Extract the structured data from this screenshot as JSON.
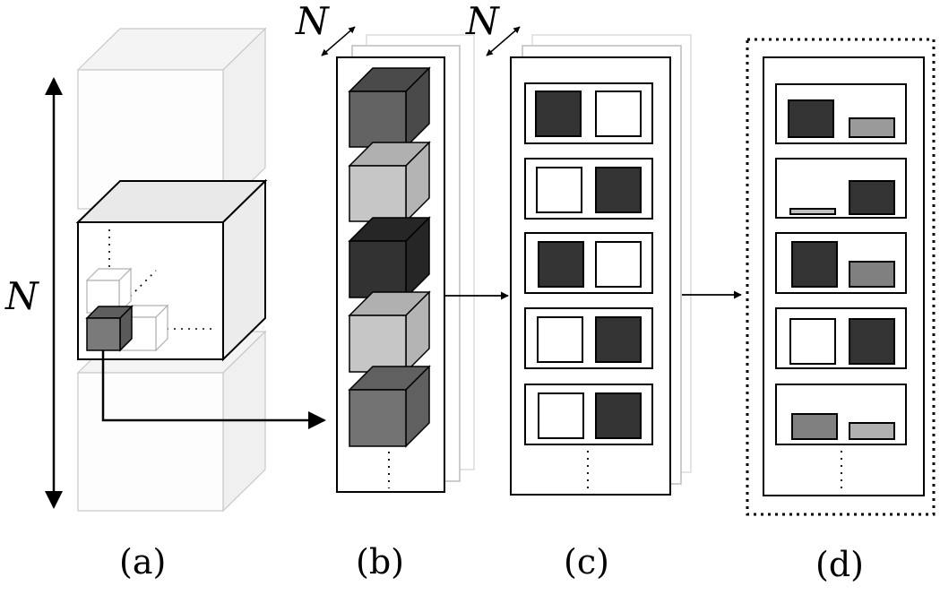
{
  "figure": {
    "symbols": {
      "n": "N"
    },
    "panels": [
      {
        "id": "a",
        "label": "(a)"
      },
      {
        "id": "b",
        "label": "(b)"
      },
      {
        "id": "c",
        "label": "(c)"
      },
      {
        "id": "d",
        "label": "(d)"
      }
    ],
    "continuation_mark": "ellipsis-vertical",
    "colors": {
      "stroke": "#000000",
      "dark": "#333333",
      "mid_dark": "#666666",
      "mid": "#808080",
      "light": "#c0c0c0",
      "pale": "#f2f2f2",
      "ghost": "#c8c8c8"
    }
  }
}
